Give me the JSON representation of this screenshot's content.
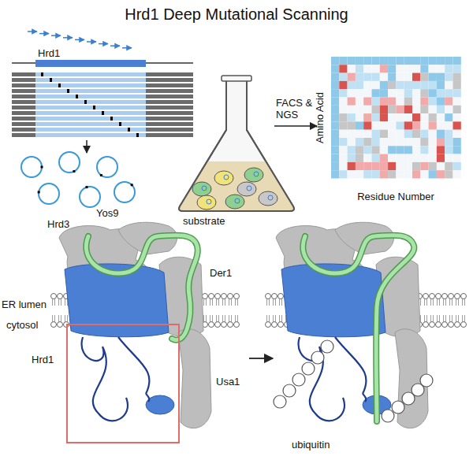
{
  "diagram": {
    "title": "Hrd1 Deep Mutational Scanning",
    "labels": [
      "Hrd1",
      "FACS & NGS",
      "Amino Acid",
      "Residue Number",
      "Hrd3",
      "Yos9",
      "substrate",
      "ER lumen",
      "cytosol",
      "Der1",
      "Hrd1",
      "Usa1",
      "ubiquitin"
    ]
  }
}
